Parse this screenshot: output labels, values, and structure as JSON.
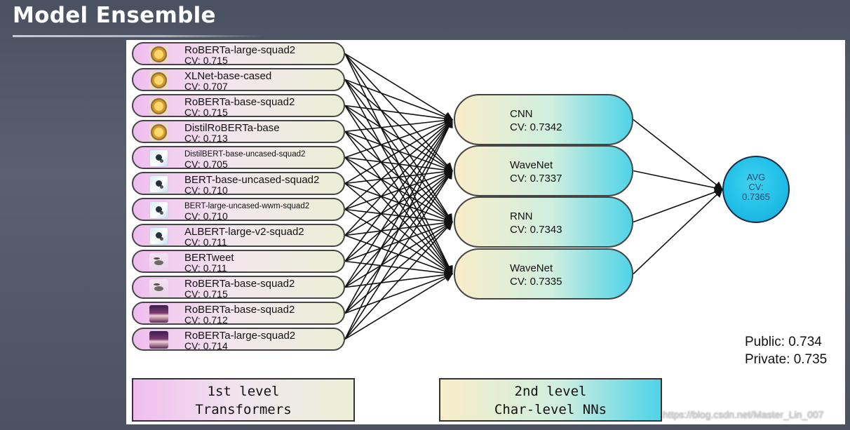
{
  "title": "Model Ensemble",
  "models": [
    {
      "name": "RoBERTa-large-squad2",
      "cv": "CV: 0.715",
      "icon": "hugging-face-icon"
    },
    {
      "name": "XLNet-base-cased",
      "cv": "CV: 0.707",
      "icon": "hugging-face-icon"
    },
    {
      "name": "RoBERTa-base-squad2",
      "cv": "CV: 0.715",
      "icon": "hugging-face-icon"
    },
    {
      "name": "DistilRoBERTa-base",
      "cv": "CV: 0.713",
      "icon": "hugging-face-icon"
    },
    {
      "name": "DistilBERT-base-uncased-squad2",
      "cv": "CV: 0.705",
      "icon": "bert-icon"
    },
    {
      "name": "BERT-base-uncased-squad2",
      "cv": "CV: 0.710",
      "icon": "bert-icon"
    },
    {
      "name": "BERT-large-uncased-wwm-squad2",
      "cv": "CV: 0.710",
      "icon": "bert-icon"
    },
    {
      "name": "ALBERT-large-v2-squad2",
      "cv": "CV: 0.711",
      "icon": "bert-icon"
    },
    {
      "name": "BERTweet",
      "cv": "CV: 0.711",
      "icon": "bird-icon"
    },
    {
      "name": "RoBERTa-base-squad2",
      "cv": "CV: 0.715",
      "icon": "bird-icon"
    },
    {
      "name": "RoBERTa-base-squad2",
      "cv": "CV: 0.712",
      "icon": "anime-avatar-icon"
    },
    {
      "name": "RoBERTa-large-squad2",
      "cv": "CV: 0.714",
      "icon": "anime-avatar-icon"
    }
  ],
  "char_nns": [
    {
      "name": "CNN",
      "cv": "CV: 0.7342"
    },
    {
      "name": "WaveNet",
      "cv": "CV: 0.7337"
    },
    {
      "name": "RNN",
      "cv": "CV: 0.7343"
    },
    {
      "name": "WaveNet",
      "cv": "CV: 0.7335"
    }
  ],
  "ensemble": {
    "name": "AVG",
    "cv_label": "CV:",
    "cv_value": "0.7365"
  },
  "scores": {
    "public": "Public: 0.734",
    "private": "Private: 0.735"
  },
  "legend": {
    "first": {
      "line1": "1st level",
      "line2": "Transformers"
    },
    "second": {
      "line1": "2nd level",
      "line2": "Char-level NNs"
    }
  },
  "watermark": "https://blog.csdn.net/Master_Lin_007",
  "colors": {
    "edge": "#111111",
    "node_border": "#454545",
    "avg_fill": "#1fbde6"
  }
}
